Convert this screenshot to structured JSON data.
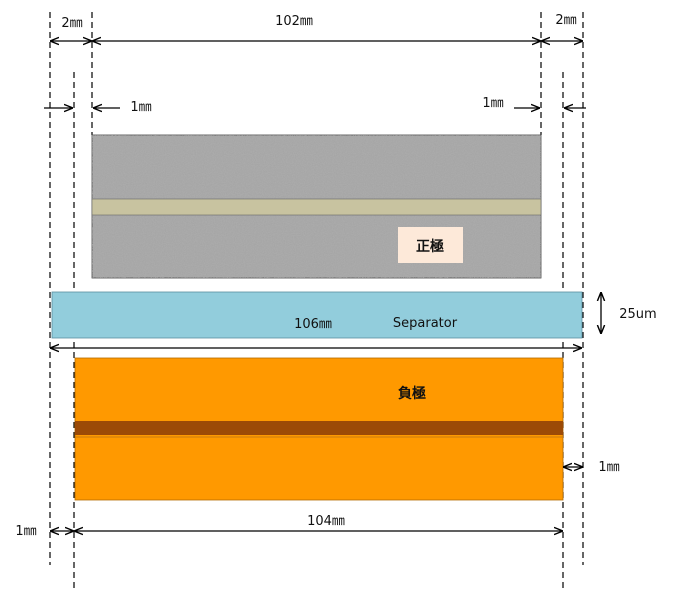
{
  "labels": {
    "top_left_gap": "2㎜",
    "top_width": "102㎜",
    "top_right_gap": "2㎜",
    "inner_left_gap": "1㎜",
    "inner_right_gap": "1㎜",
    "cathode": "正極",
    "separator_width": "106㎜",
    "separator": "Separator",
    "separator_thickness": "25um",
    "anode": "負極",
    "anode_right_gap": "1㎜",
    "bottom_left_gap": "1㎜",
    "bottom_width": "104㎜"
  },
  "colors": {
    "cathode_stripe": "#c8c3a0",
    "separator": "#92cddc",
    "anode": "#ff9900",
    "anode_stripe": "#9c4a06",
    "cathode_label_bg": "#fde9d9"
  }
}
